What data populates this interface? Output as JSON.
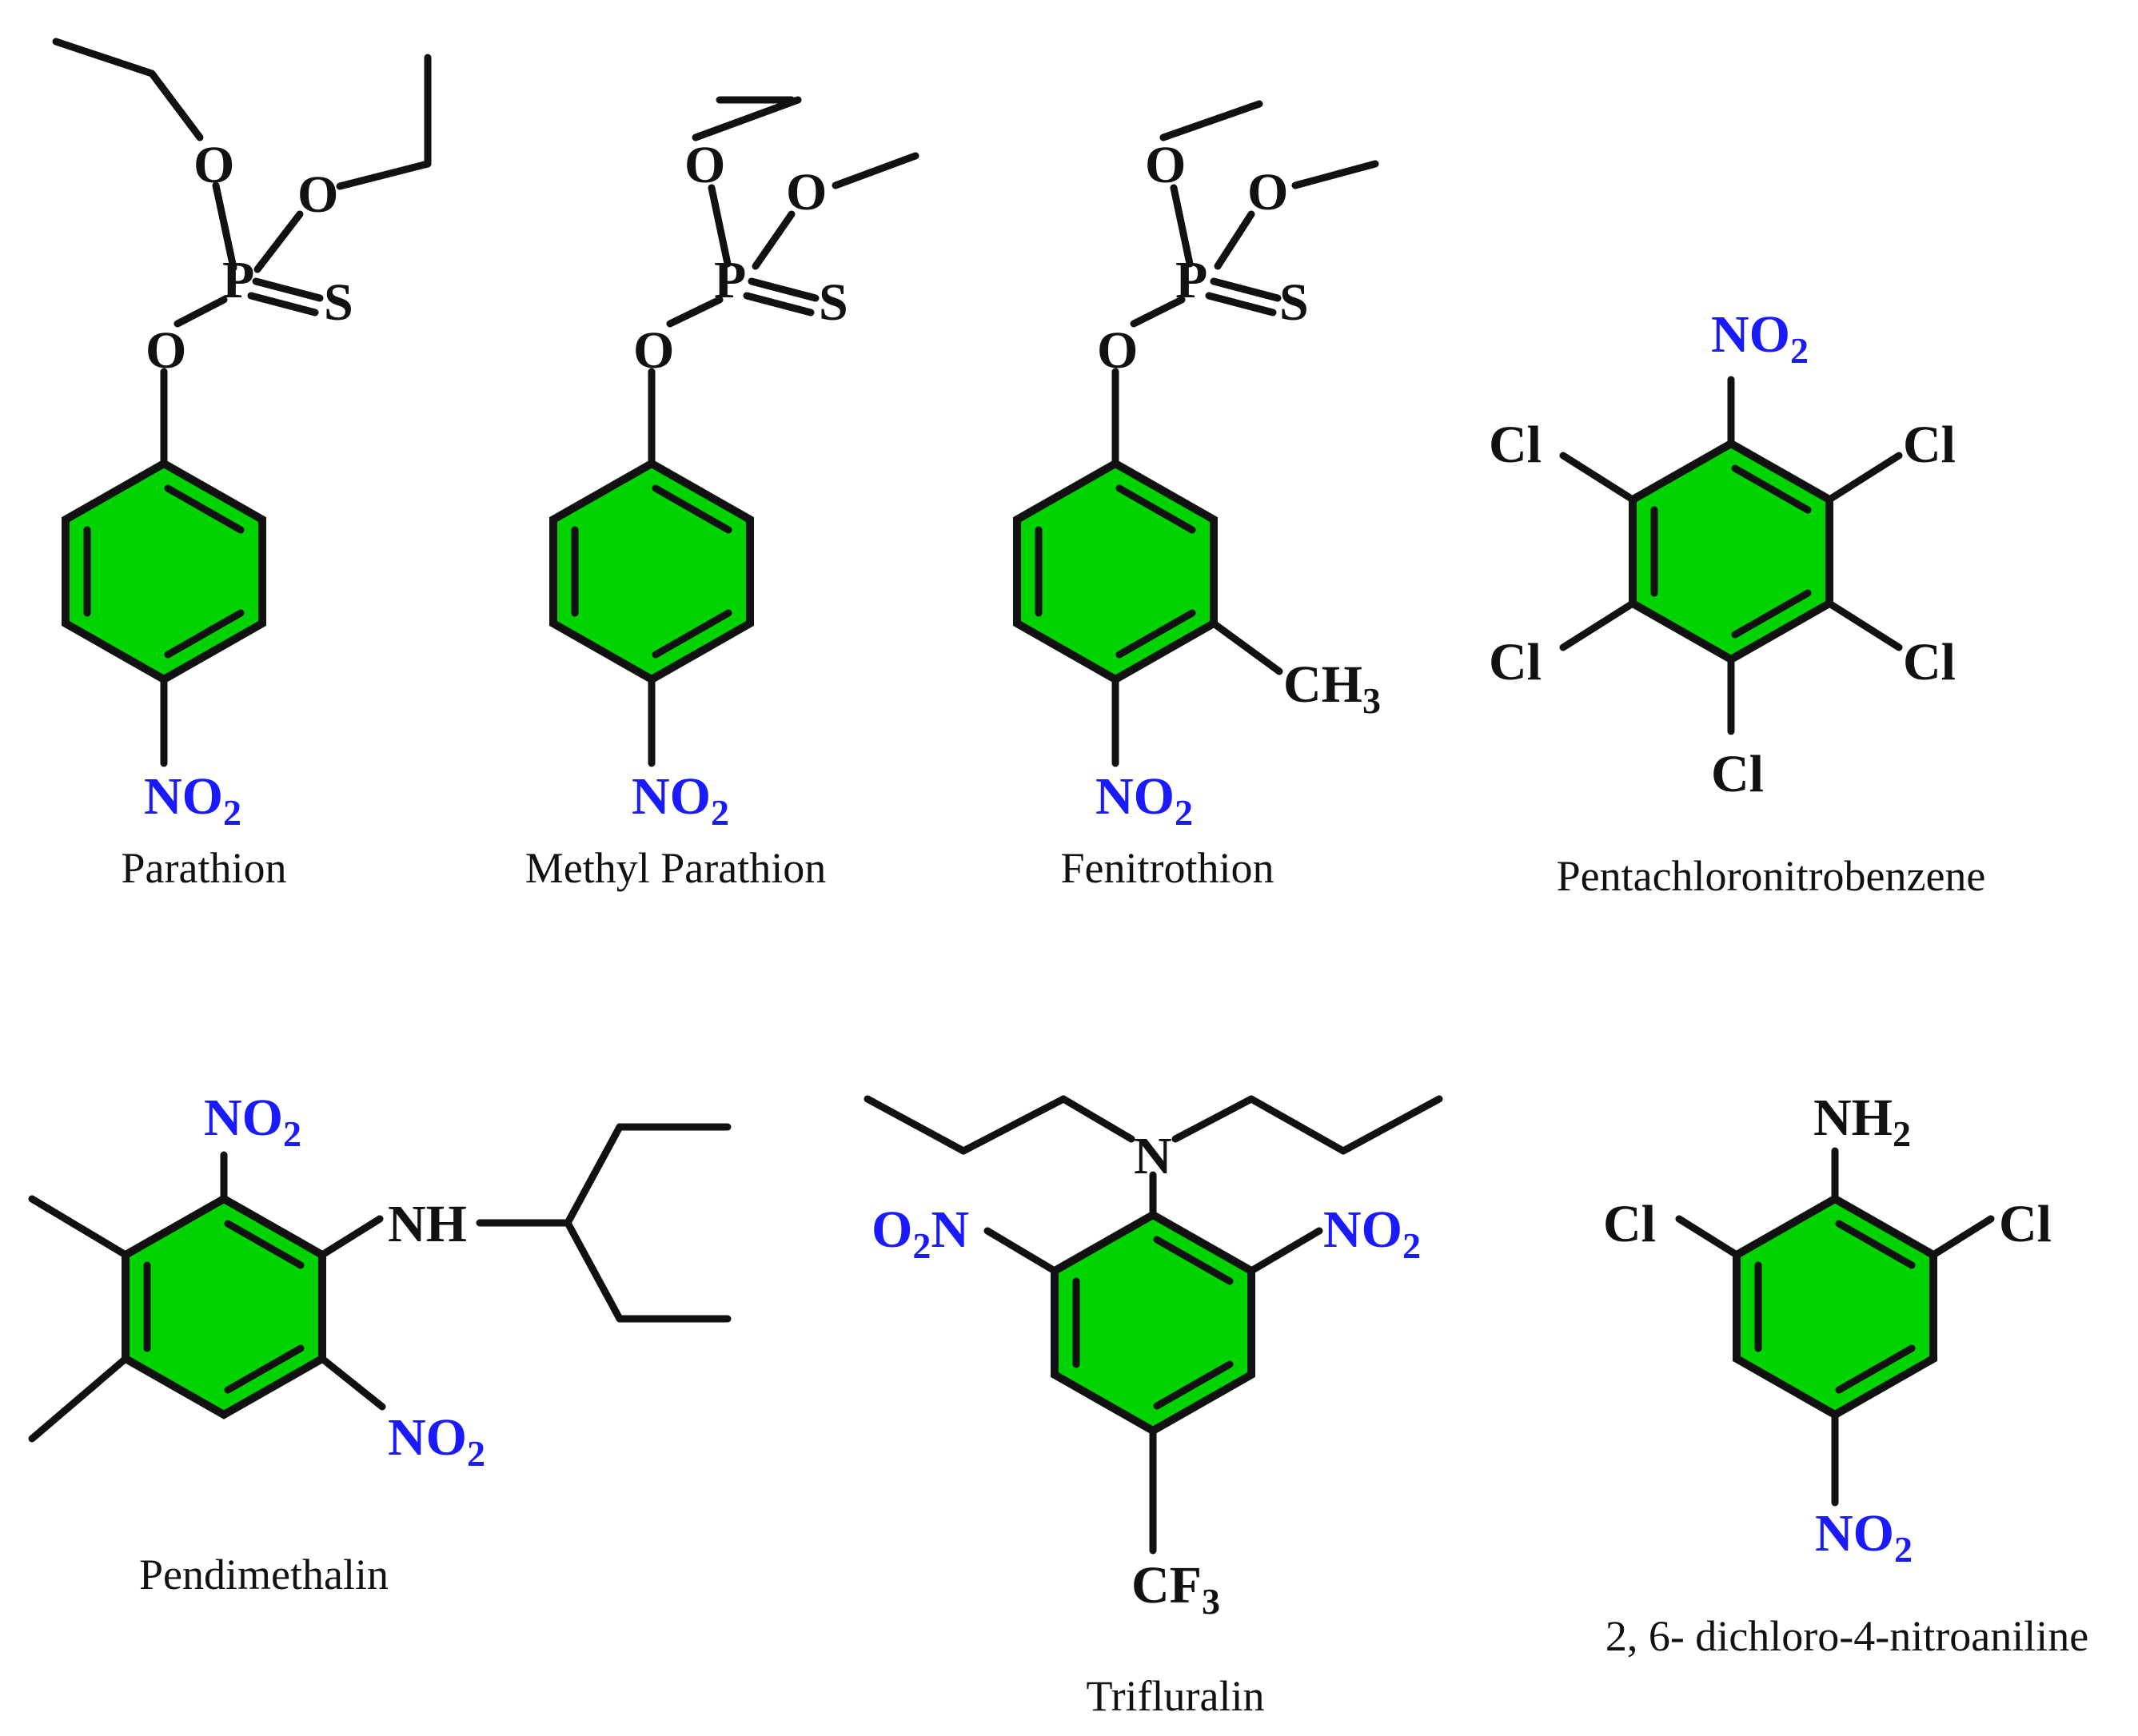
{
  "colors": {
    "ring_fill": "#00d300",
    "bond": "#111111",
    "nitro_label": "#1a1aff",
    "atom_label": "#111111",
    "background": "#ffffff"
  },
  "atoms": {
    "P": "P",
    "O": "O",
    "S": "S",
    "N": "N",
    "Cl": "Cl",
    "NH": "NH",
    "NO": "NO",
    "O2N_O": "O",
    "O2N_N": "N",
    "NH2": "NH",
    "CH": "CH",
    "CF": "CF",
    "sub2": "2",
    "sub3": "3"
  },
  "molecules": [
    {
      "id": "parathion",
      "name": "Parathion"
    },
    {
      "id": "methyl-parathion",
      "name": "Methyl Parathion"
    },
    {
      "id": "fenitrothion",
      "name": "Fenitrothion"
    },
    {
      "id": "pentachloronitrobenzene",
      "name": "Pentachloronitrobenzene"
    },
    {
      "id": "pendimethalin",
      "name": "Pendimethalin"
    },
    {
      "id": "trifluralin",
      "name": "Trifluralin"
    },
    {
      "id": "dichloronitroaniline",
      "name": "2, 6- dichloro-4-nitroaniline"
    }
  ]
}
